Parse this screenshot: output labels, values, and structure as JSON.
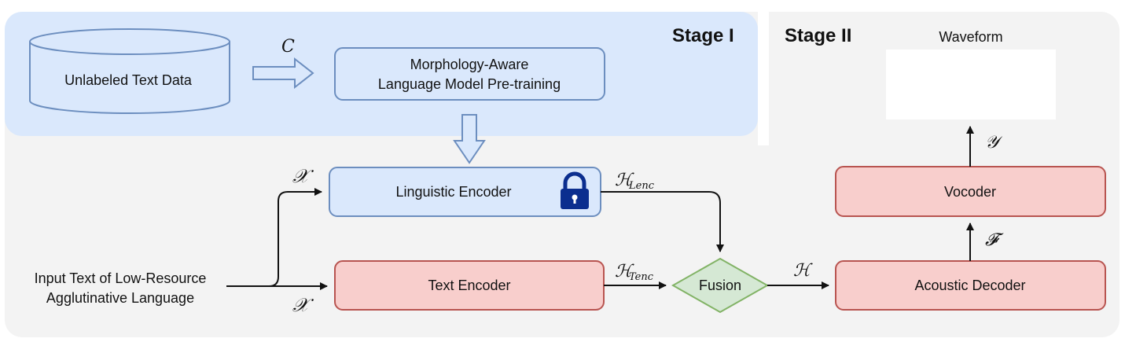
{
  "stage1": {
    "label": "Stage I"
  },
  "stage2": {
    "label": "Stage II"
  },
  "nodes": {
    "unlabeled_data": "Unlabeled Text Data",
    "pretraining_line1": "Morphology-Aware",
    "pretraining_line2": "Language Model Pre-training",
    "linguistic_encoder": "Linguistic Encoder",
    "text_encoder": "Text Encoder",
    "fusion": "Fusion",
    "acoustic_decoder": "Acoustic Decoder",
    "vocoder": "Vocoder",
    "waveform": "Waveform",
    "input_line1": "Input Text of Low-Resource",
    "input_line2": "Agglutinative Language"
  },
  "symbols": {
    "corpus": "C",
    "x_top": "𝒳",
    "x_bottom": "𝒳",
    "h_lenc": "ℋ",
    "h_lenc_sub": "Lenc",
    "h_tenc": "ℋ",
    "h_tenc_sub": "Tenc",
    "h": "ℋ",
    "f": "𝓕",
    "y": "𝒴"
  },
  "colors": {
    "stage1_bg": "#dae8fc",
    "stage2_bg": "#f3f3f3",
    "blue_fill": "#dae8fc",
    "blue_stroke": "#6c8ebf",
    "red_fill": "#f8cecc",
    "red_stroke": "#b85450",
    "green_fill": "#d5e8d4",
    "green_stroke": "#82b366",
    "lock": "#0b2e8f"
  }
}
